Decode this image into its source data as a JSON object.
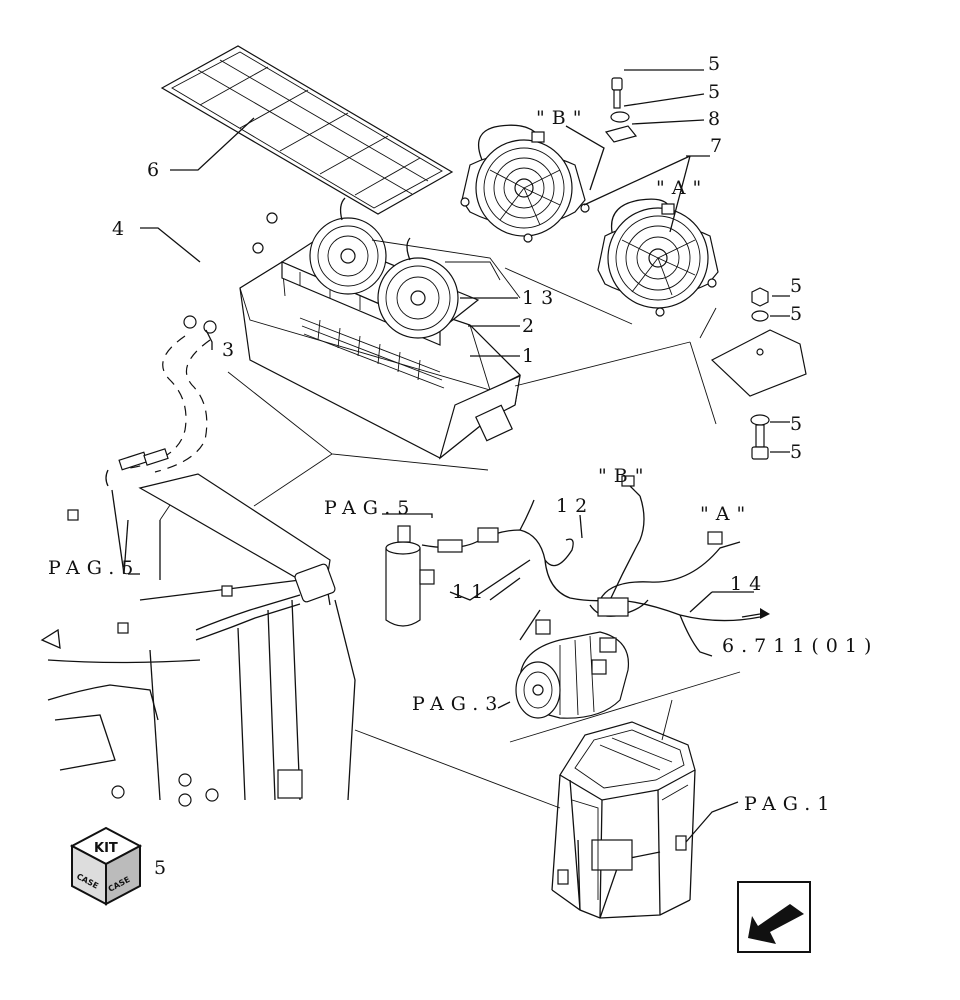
{
  "callouts": {
    "c1": "1",
    "c2": "2",
    "c3": "3",
    "c4": "4",
    "c6": "6",
    "c7": "7",
    "c8": "8",
    "c11": "11",
    "c12": "12",
    "c13": "13",
    "c14": "14",
    "c5a": "5",
    "c5b": "5",
    "c5c": "5",
    "c5d": "5",
    "c5e": "5",
    "c5f": "5"
  },
  "view_labels": {
    "b_top": "\"B\"",
    "a_top": "\"A\"",
    "b_bottom": "\"B\"",
    "a_bottom": "\"A\""
  },
  "page_refs": {
    "pag5_left": "PAG.5",
    "pag5_center": "PAG.5",
    "pag3": "PAG.3",
    "pag1": "PAG.1",
    "ref_6711": "6.711(01)"
  },
  "kit": {
    "badge_top": "KIT",
    "badge_side": "CASE",
    "badge_side2": "CASE",
    "number": "5"
  },
  "icons": [
    "kit-box-icon",
    "next-page-arrow-icon"
  ]
}
